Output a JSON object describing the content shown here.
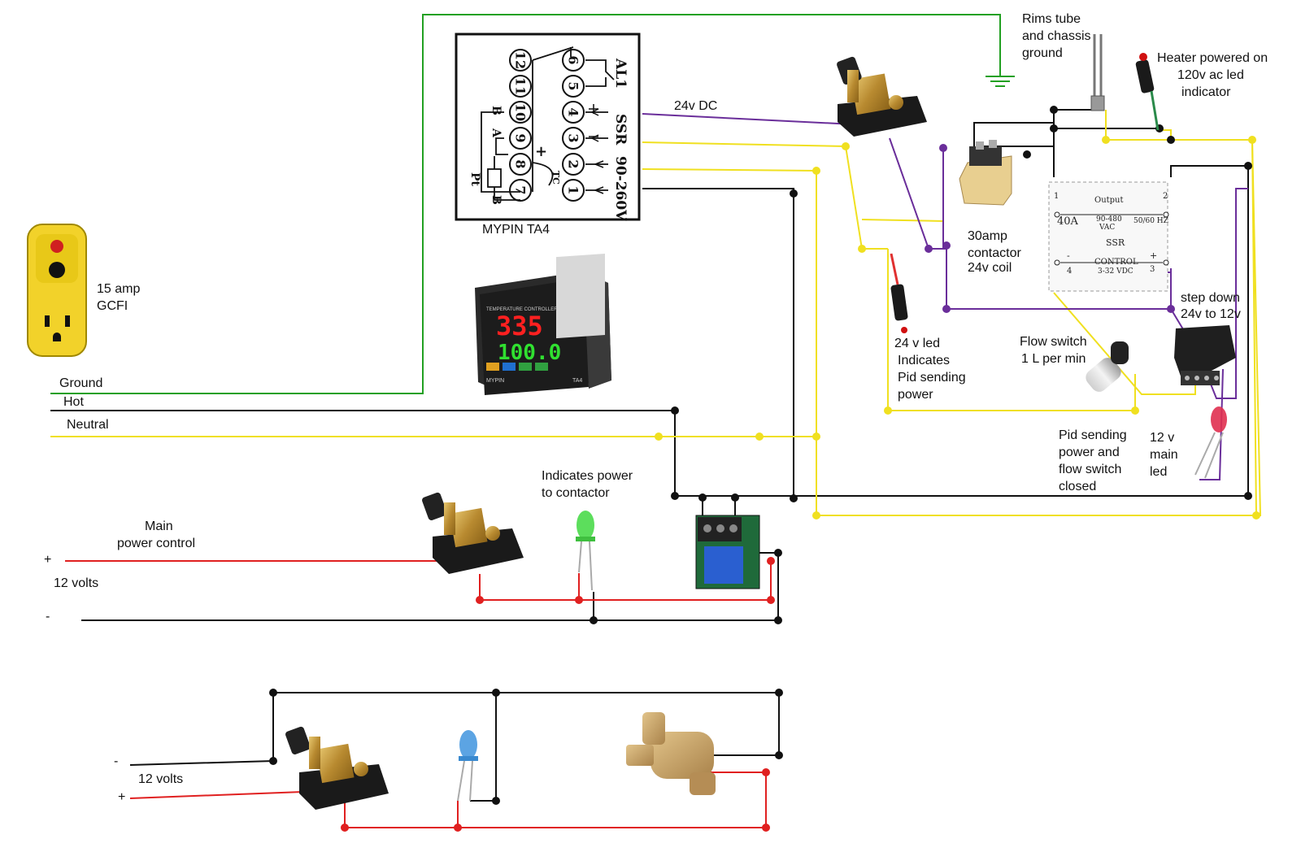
{
  "wires": {
    "ground": "#22a022",
    "hot": "#111111",
    "neutral": "#f0e020",
    "dc": "#6a2e9a",
    "pos12": "#e02020"
  },
  "controller": {
    "model_label": "MYPIN TA4",
    "pins_left": [
      "12",
      "11",
      "10",
      "9",
      "8",
      "7"
    ],
    "pins_right": [
      "6",
      "5",
      "4",
      "3",
      "2",
      "1"
    ],
    "side_texts": [
      "AL1",
      "SSR",
      "90-260V"
    ],
    "inner_marks": [
      "B",
      "A",
      "+",
      "TC",
      "Pt",
      "B"
    ],
    "display_pv": "335",
    "display_sv": "100.0",
    "unit_header": "TEMPERATURE CONTROLLER",
    "brand": "MYPIN",
    "model_small": "TA4"
  },
  "labels": {
    "gcfi": [
      "15 amp",
      "GCFI"
    ],
    "ground": "Ground",
    "hot": "Hot",
    "neutral": "Neutral",
    "dc24": "24v  DC",
    "rims": [
      "Rims tube",
      "and chassis",
      "ground"
    ],
    "heater": [
      "Heater powered on",
      "120v ac led",
      "indicator"
    ],
    "contactor": [
      "30amp",
      "contactor",
      "24v coil"
    ],
    "led24": [
      "24 v led",
      "Indicates",
      "Pid sending",
      "power"
    ],
    "flow": [
      "Flow switch",
      "1 L per min"
    ],
    "stepdown": [
      "step down",
      "24v to 12v"
    ],
    "pid_flow": [
      "Pid sending",
      "power and",
      "flow switch",
      "closed"
    ],
    "main_led": [
      "12 v",
      "main",
      "led"
    ],
    "contactor_power": [
      "Indicates power",
      "to contactor"
    ],
    "main_power": [
      "Main",
      "power control"
    ],
    "v12_top": "12 volts",
    "v12_bottom": "12 volts",
    "plus": "+",
    "minus": "-"
  },
  "ssr": {
    "term1": "1",
    "term2": "2",
    "output": "Output",
    "amps": "40A",
    "vac_range": "90-480",
    "vac": "VAC",
    "hz": "50/60 HZ",
    "name": "SSR",
    "control": "CONTROL",
    "vdc": "3-32 VDC",
    "term4": "4",
    "term3": "3",
    "minus": "-",
    "plus": "+"
  }
}
